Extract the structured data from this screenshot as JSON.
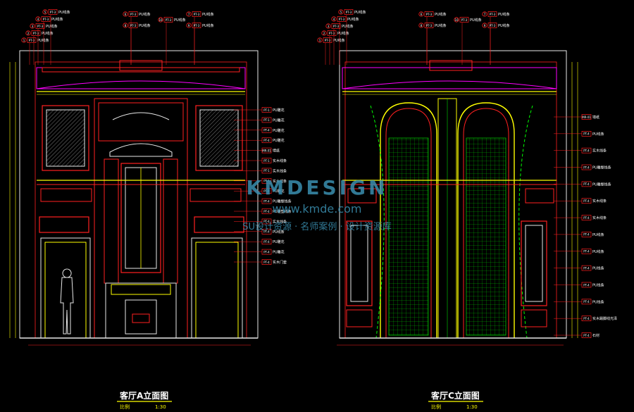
{
  "drawings": [
    {
      "title": "客厅A立面图",
      "scale_label": "比例",
      "scale_value": "1:30",
      "top_tags": [
        {
          "num": "1",
          "code": "PT-3",
          "text": "PU线条"
        },
        {
          "num": "2",
          "code": "PT-3",
          "text": "PU线条"
        },
        {
          "num": "3",
          "code": "PT-3",
          "text": "PU线条"
        },
        {
          "num": "4",
          "code": "PT-3",
          "text": "PU线条"
        },
        {
          "num": "5",
          "code": "PT-3",
          "text": "PU线条"
        },
        {
          "num": "6",
          "code": "PT-3",
          "text": "PU线条"
        },
        {
          "num": "7",
          "code": "PT-3",
          "text": "PU线条"
        },
        {
          "num": "8",
          "code": "PT-3",
          "text": "PU线条"
        },
        {
          "num": "9",
          "code": "PT-3",
          "text": "PU线条"
        },
        {
          "num": "10",
          "code": "PT-3",
          "text": "PU线条"
        }
      ],
      "side_tags": [
        {
          "code": "PT-1",
          "text": "PU雕花"
        },
        {
          "code": "PT-1",
          "text": "PU雕花"
        },
        {
          "code": "PT-4",
          "text": "PU雕花"
        },
        {
          "code": "PT-4",
          "text": "PU雕花"
        },
        {
          "code": "MR-01",
          "text": "墙纸"
        },
        {
          "code": "PT-1",
          "text": "实木线条"
        },
        {
          "code": "PT-1",
          "text": "实木线条"
        },
        {
          "code": "PT-1",
          "text": "实木线条"
        },
        {
          "code": "PT-4",
          "text": "PU雕花"
        },
        {
          "code": "PT-4",
          "text": "PU雕塑线条"
        },
        {
          "code": "PT-4",
          "text": "PU雕塑线条"
        },
        {
          "code": "PT-4",
          "text": "实木线条"
        },
        {
          "code": "PT-4",
          "text": "PU线条"
        },
        {
          "code": "PT-4",
          "text": "PU雕花"
        },
        {
          "code": "PT-4",
          "text": "PU雕花"
        },
        {
          "code": "PT-4",
          "text": "实木门套"
        }
      ]
    },
    {
      "title": "客厅C立面图",
      "scale_label": "比例",
      "scale_value": "1:30",
      "top_tags": [
        {
          "num": "1",
          "code": "PT-3",
          "text": "PU线条"
        },
        {
          "num": "2",
          "code": "PT-3",
          "text": "PU线条"
        },
        {
          "num": "3",
          "code": "PT-3",
          "text": "PU线条"
        },
        {
          "num": "4",
          "code": "PT-3",
          "text": "PU线条"
        },
        {
          "num": "5",
          "code": "PT-3",
          "text": "PU线条"
        },
        {
          "num": "6",
          "code": "PT-3",
          "text": "PU线条"
        },
        {
          "num": "7",
          "code": "PT-3",
          "text": "PU线条"
        },
        {
          "num": "8",
          "code": "PT-3",
          "text": "PU线条"
        },
        {
          "num": "9",
          "code": "PT-3",
          "text": "PU线条"
        },
        {
          "num": "10",
          "code": "PT-3",
          "text": "PU线条"
        }
      ],
      "side_tags": [
        {
          "code": "MR-01",
          "text": "墙纸"
        },
        {
          "code": "PT-4",
          "text": "PU线条"
        },
        {
          "code": "PT-4",
          "text": "实木线条"
        },
        {
          "code": "PT-4",
          "text": "PU雕塑线条"
        },
        {
          "code": "PT-4",
          "text": "PU雕塑线条"
        },
        {
          "code": "PT-4",
          "text": "实木线条"
        },
        {
          "code": "PT-4",
          "text": "实木线条"
        },
        {
          "code": "PT-4",
          "text": "PU线条"
        },
        {
          "code": "PT-4",
          "text": "PU线条"
        },
        {
          "code": "PT-4",
          "text": "PU线条"
        },
        {
          "code": "PT-4",
          "text": "PU线条"
        },
        {
          "code": "PT-4",
          "text": "PU线条"
        },
        {
          "code": "PT-4",
          "text": "实木踢脚线光泽"
        },
        {
          "code": "PT-4",
          "text": "石材"
        }
      ]
    }
  ],
  "watermark": {
    "logo": "KMDESIGN",
    "url": "www.kmde.com",
    "slogan": "SU设计资源 · 名师案例 · 设计资源库"
  },
  "colors": {
    "background": "#000000",
    "red": "#ff2020",
    "yellow": "#ffff00",
    "green": "#00ff00",
    "magenta": "#ff00ff",
    "white": "#e8e8e8",
    "cyan_watermark": "#3a8fb0"
  }
}
